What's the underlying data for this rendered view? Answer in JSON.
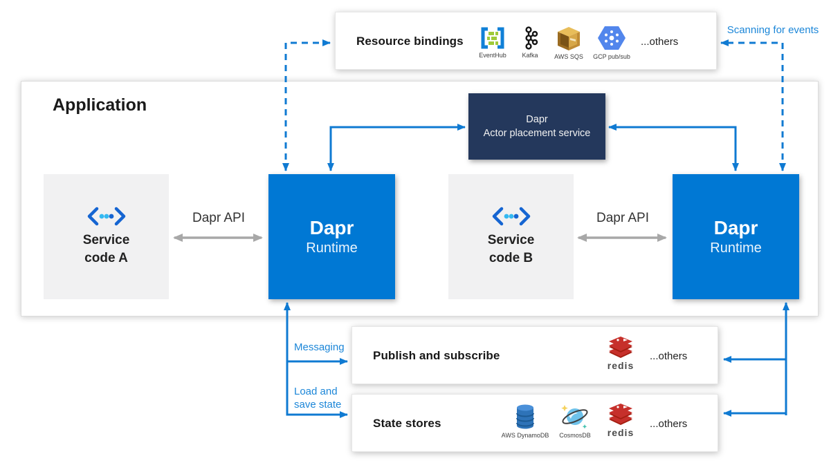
{
  "labels": {
    "scanning": "Scanning for events",
    "messaging": "Messaging",
    "load_save_line1": "Load and",
    "load_save_line2": "save state"
  },
  "resource_bindings": {
    "title": "Resource bindings",
    "others_label": "...others",
    "items": [
      {
        "label": "EventHub",
        "icon": "eventhub-icon"
      },
      {
        "label": "Kafka",
        "icon": "kafka-icon"
      },
      {
        "label": "AWS SQS",
        "icon": "aws-sqs-icon"
      },
      {
        "label": "GCP pub/sub",
        "icon": "gcp-pubsub-icon"
      }
    ]
  },
  "application": {
    "title": "Application",
    "service_a": {
      "line1": "Service",
      "line2": "code A",
      "icon": "code-icon"
    },
    "service_b": {
      "line1": "Service",
      "line2": "code B",
      "icon": "code-icon"
    },
    "dapr_api_left": "Dapr API",
    "dapr_api_right": "Dapr API",
    "runtime_left": {
      "title": "Dapr",
      "subtitle": "Runtime"
    },
    "runtime_right": {
      "title": "Dapr",
      "subtitle": "Runtime"
    },
    "actor_service": {
      "line1": "Dapr",
      "line2": "Actor placement service"
    }
  },
  "pubsub": {
    "title": "Publish and subscribe",
    "others_label": "...others",
    "redis_wordmark": "redis"
  },
  "state_stores": {
    "title": "State stores",
    "others_label": "...others",
    "redis_wordmark": "redis",
    "items": [
      {
        "label": "AWS DynamoDB",
        "icon": "dynamodb-icon"
      },
      {
        "label": "CosmosDB",
        "icon": "cosmosdb-icon"
      }
    ]
  },
  "colors": {
    "dapr_blue": "#0078d4",
    "arrow_blue": "#0f7ad2",
    "navy": "#24385c",
    "label_blue": "#1b86d8",
    "arrow_gray": "#a8a8a8"
  }
}
